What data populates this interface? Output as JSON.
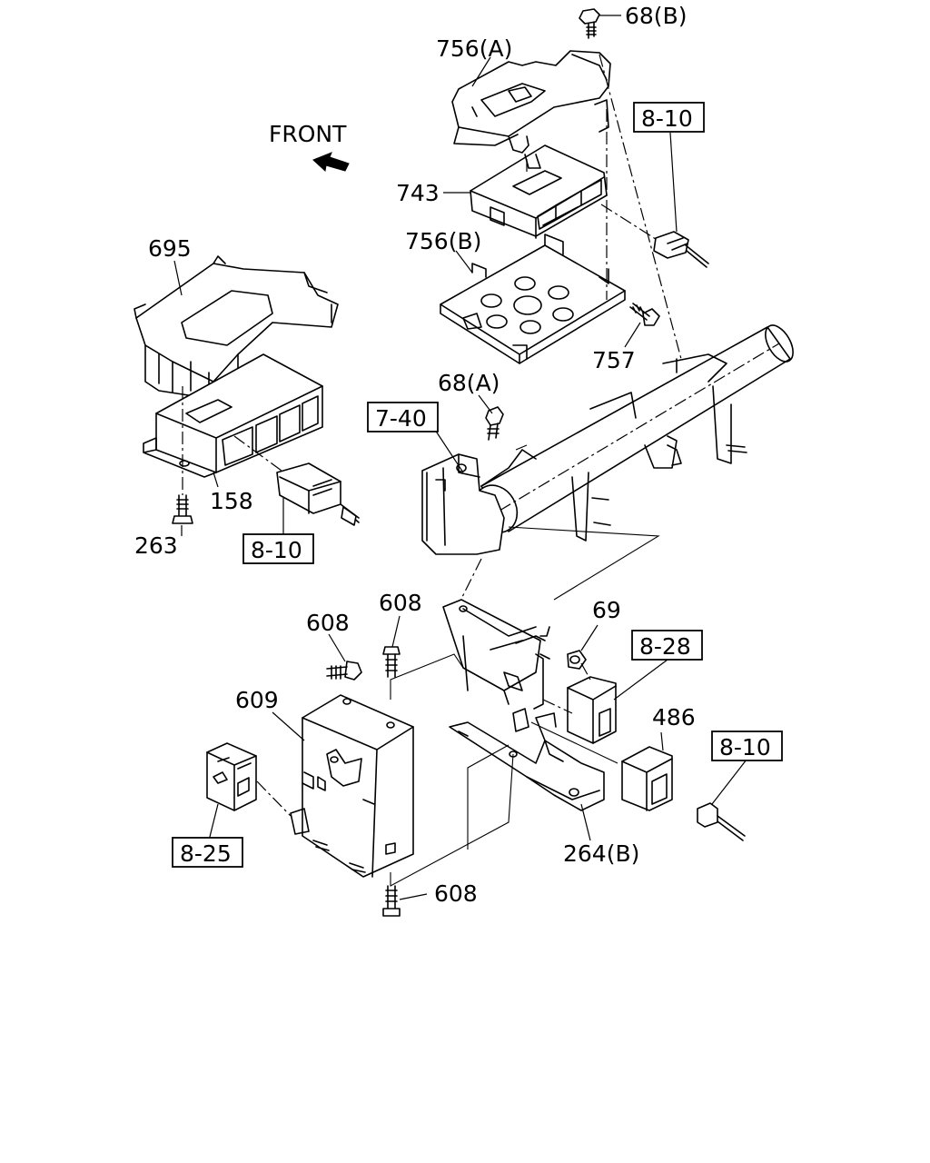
{
  "direction_label": "FRONT",
  "part_numbers": {
    "p68b": "68(B)",
    "p756a": "756(A)",
    "p743": "743",
    "p756b": "756(B)",
    "p757": "757",
    "p68a": "68(A)",
    "p695": "695",
    "p158": "158",
    "p263": "263",
    "p608_top": "608",
    "p608_left": "608",
    "p608_bottom": "608",
    "p69": "69",
    "p609": "609",
    "p486": "486",
    "p264b": "264(B)"
  },
  "section_refs": {
    "ref_8_10_top": "8-10",
    "ref_8_10_left": "8-10",
    "ref_8_10_right": "8-10",
    "ref_7_40": "7-40",
    "ref_8_28": "8-28",
    "ref_8_25": "8-25"
  }
}
